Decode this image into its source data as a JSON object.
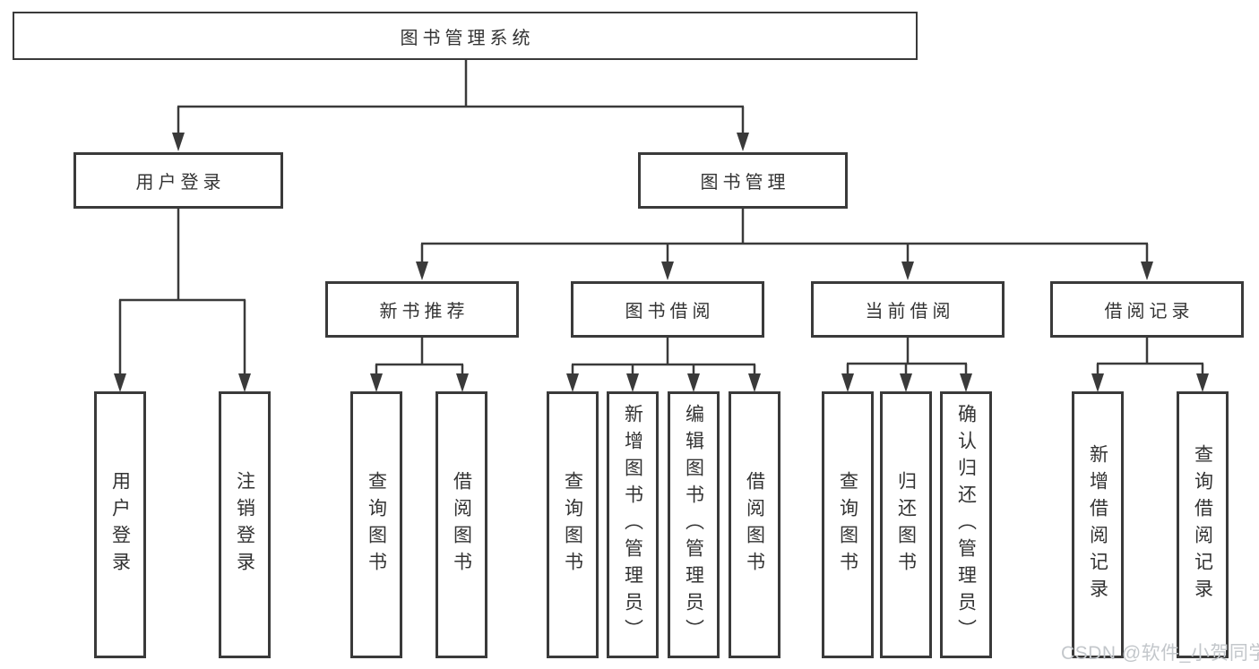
{
  "diagram": {
    "tree": {
      "label": "图书管理系统",
      "children": [
        {
          "label": "用户登录",
          "children": [
            {
              "label": "用户登录"
            },
            {
              "label": "注销登录"
            }
          ]
        },
        {
          "label": "图书管理",
          "children": [
            {
              "label": "新书推荐",
              "children": [
                {
                  "label": "查询图书"
                },
                {
                  "label": "借阅图书"
                }
              ]
            },
            {
              "label": "图书借阅",
              "children": [
                {
                  "label": "查询图书"
                },
                {
                  "label": "新增图书（管理员）"
                },
                {
                  "label": "编辑图书（管理员）"
                },
                {
                  "label": "借阅图书"
                }
              ]
            },
            {
              "label": "当前借阅",
              "children": [
                {
                  "label": "查询图书"
                },
                {
                  "label": "归还图书"
                },
                {
                  "label": "确认归还（管理员）"
                }
              ]
            },
            {
              "label": "借阅记录",
              "children": [
                {
                  "label": "新增借阅记录"
                },
                {
                  "label": "查询借阅记录"
                }
              ]
            }
          ]
        }
      ]
    },
    "watermark": "CSDN @软件_小贺同学",
    "colors": {
      "line": "#3a3a3a",
      "box_border": "#3a3a3a",
      "text": "#333333",
      "background": "#ffffff",
      "watermark": "#c3c7cb"
    }
  }
}
